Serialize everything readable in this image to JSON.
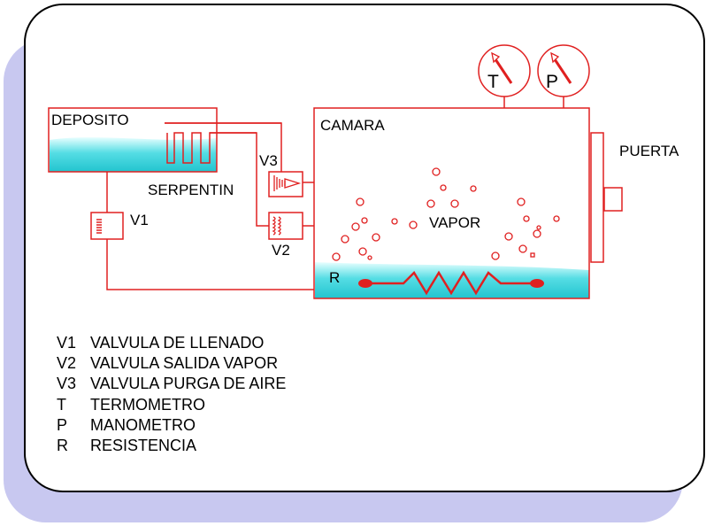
{
  "diagram": {
    "labels": {
      "deposito": "DEPOSITO",
      "camara": "CAMARA",
      "puerta": "PUERTA",
      "serpentin": "SERPENTIN",
      "vapor": "VAPOR",
      "v1": "V1",
      "v2": "V2",
      "v3": "V3",
      "t": "T",
      "p": "P",
      "r": "R"
    },
    "colors": {
      "line": "#e02020",
      "water": "#33ccd6",
      "shadow": "#c8c8f0"
    }
  },
  "legend": [
    {
      "code": "V1",
      "text": "VALVULA DE LLENADO"
    },
    {
      "code": "V2",
      "text": "VALVULA SALIDA VAPOR"
    },
    {
      "code": "V3",
      "text": "VALVULA PURGA DE AIRE"
    },
    {
      "code": "T",
      "text": "TERMOMETRO"
    },
    {
      "code": "P",
      "text": "MANOMETRO"
    },
    {
      "code": "R",
      "text": "RESISTENCIA"
    }
  ]
}
